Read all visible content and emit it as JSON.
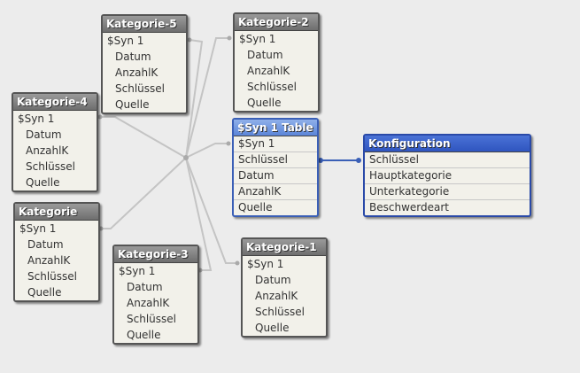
{
  "tables": {
    "k5": {
      "title": "Kategorie-5",
      "fields": [
        "$Syn 1",
        "Datum",
        "AnzahlK",
        "Schlüssel",
        "Quelle"
      ]
    },
    "k2": {
      "title": "Kategorie-2",
      "fields": [
        "$Syn 1",
        "Datum",
        "AnzahlK",
        "Schlüssel",
        "Quelle"
      ]
    },
    "k4": {
      "title": "Kategorie-4",
      "fields": [
        "$Syn 1",
        "Datum",
        "AnzahlK",
        "Schlüssel",
        "Quelle"
      ]
    },
    "syn": {
      "title": "$Syn 1 Table",
      "fields": [
        "$Syn 1",
        "Schlüssel",
        "Datum",
        "AnzahlK",
        "Quelle"
      ]
    },
    "konf": {
      "title": "Konfiguration",
      "fields": [
        "Schlüssel",
        "Hauptkategorie",
        "Unterkategorie",
        "Beschwerdeart"
      ]
    },
    "k": {
      "title": "Kategorie",
      "fields": [
        "$Syn 1",
        "Datum",
        "AnzahlK",
        "Schlüssel",
        "Quelle"
      ]
    },
    "k3": {
      "title": "Kategorie-3",
      "fields": [
        "$Syn 1",
        "Datum",
        "AnzahlK",
        "Schlüssel",
        "Quelle"
      ]
    },
    "k1": {
      "title": "Kategorie-1",
      "fields": [
        "$Syn 1",
        "Datum",
        "AnzahlK",
        "Schlüssel",
        "Quelle"
      ]
    }
  },
  "colors": {
    "link": "#c0c0c0",
    "key_link": "#3a5fb6"
  }
}
